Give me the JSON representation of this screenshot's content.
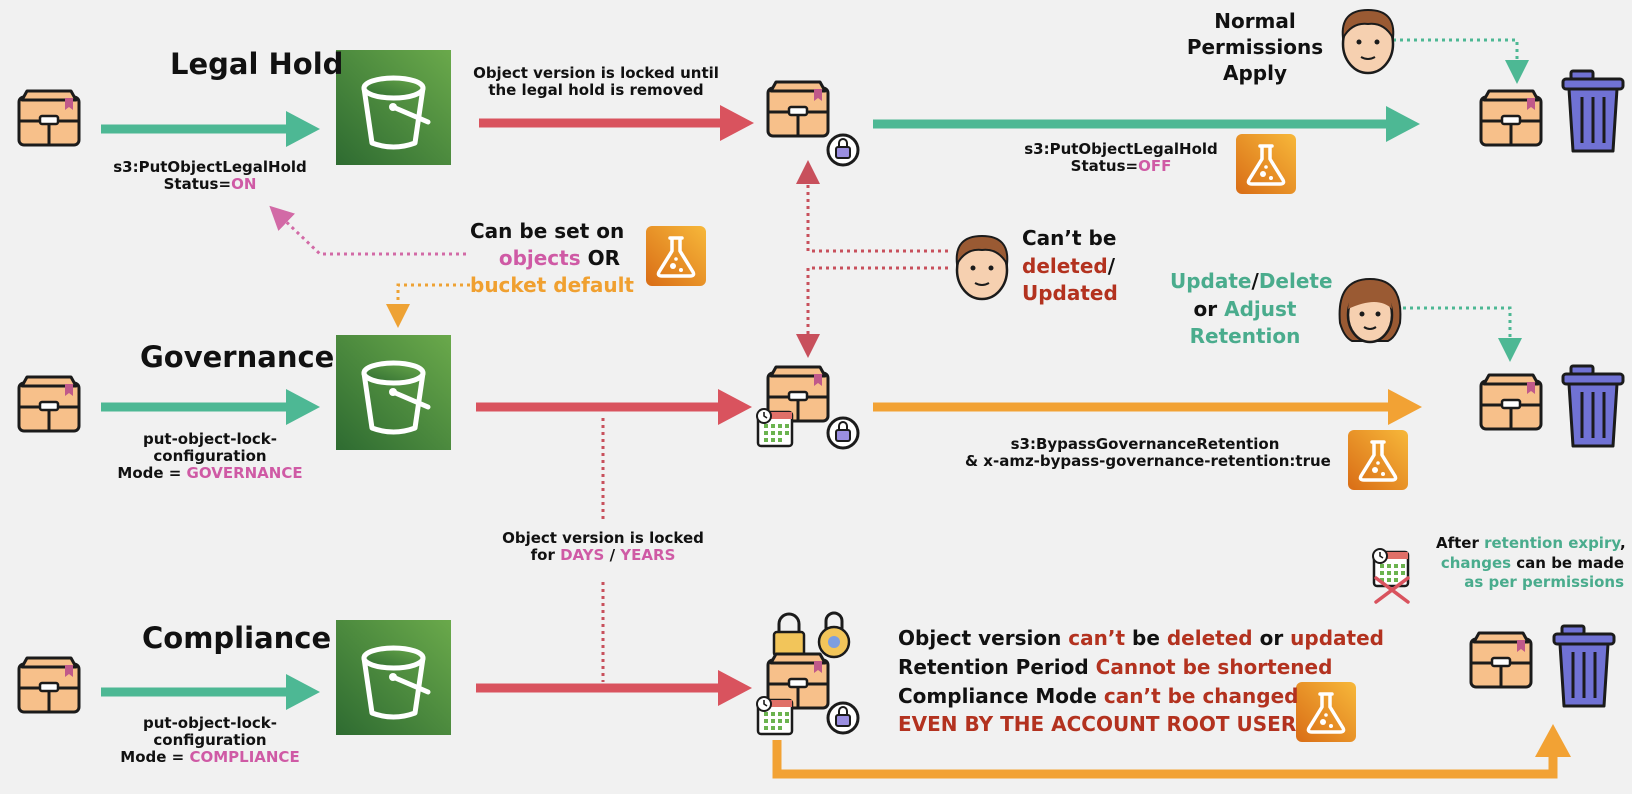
{
  "colors": {
    "green_arrow": "#4db894",
    "red_arrow": "#d9535e",
    "orange_arrow": "#f2a234",
    "bucket_dark": "#2e6b31",
    "bucket_light": "#6aa94b",
    "pink_text": "#cf5aa5",
    "orange_text": "#f0a030",
    "red_text": "#b3321f",
    "green_text": "#4aac8d",
    "trash": "#7072d4",
    "box": "#f7c08a"
  },
  "legal_hold": {
    "title": "Legal Hold",
    "api_call": "s3:PutObjectLegalHold",
    "status_label": "Status=",
    "status_on": "ON",
    "lock_note": "Object version is locked until",
    "lock_note_2": "the legal hold is removed",
    "off_call": "s3:PutObjectLegalHold",
    "off_label": "Status=",
    "off_value": "OFF",
    "normal_1": "Normal",
    "normal_2": "Permissions",
    "normal_3": "Apply"
  },
  "middle": {
    "set_on": "Can be set on",
    "objects": "objects",
    "or": "OR",
    "bucket_default": "bucket default",
    "cant_be": "Can’t be",
    "deleted": "deleted",
    "slash": "/",
    "updated": "Updated",
    "update": "Update",
    "slash_2": "/",
    "delete": "Delete",
    "or_2": "or",
    "adjust": "Adjust",
    "retention": "Retention"
  },
  "governance": {
    "title": "Governance",
    "cmd_1": "put-object-lock-",
    "cmd_2": "configuration",
    "mode_label": "Mode = ",
    "mode_value": "GOVERNANCE",
    "bypass_1": "s3:BypassGovernanceRetention",
    "bypass_2": "& x-amz-bypass-governance-retention:true"
  },
  "locked_for": {
    "line_1": "Object version is locked",
    "prefix": "for ",
    "days": "DAYS",
    "sep": " / ",
    "years": "YEARS"
  },
  "compliance": {
    "title": "Compliance",
    "cmd_1": "put-object-lock-",
    "cmd_2": "configuration",
    "mode_label": "Mode = ",
    "mode_value": "COMPLIANCE",
    "r1_a": "Object version ",
    "r1_b": "can’t",
    "r1_c": " be ",
    "r1_d": "deleted",
    "r1_e": " or ",
    "r1_f": "updated",
    "r2_a": "Retention Period ",
    "r2_b": "Cannot be shortened",
    "r3_a": "Compliance Mode ",
    "r3_b": "can’t be changed",
    "r4": "EVEN BY THE ACCOUNT ROOT USER"
  },
  "expiry": {
    "a": "After ",
    "b": "retention expiry",
    "c": ",",
    "d": "changes",
    "e": " can be made",
    "f": "as per permissions"
  }
}
